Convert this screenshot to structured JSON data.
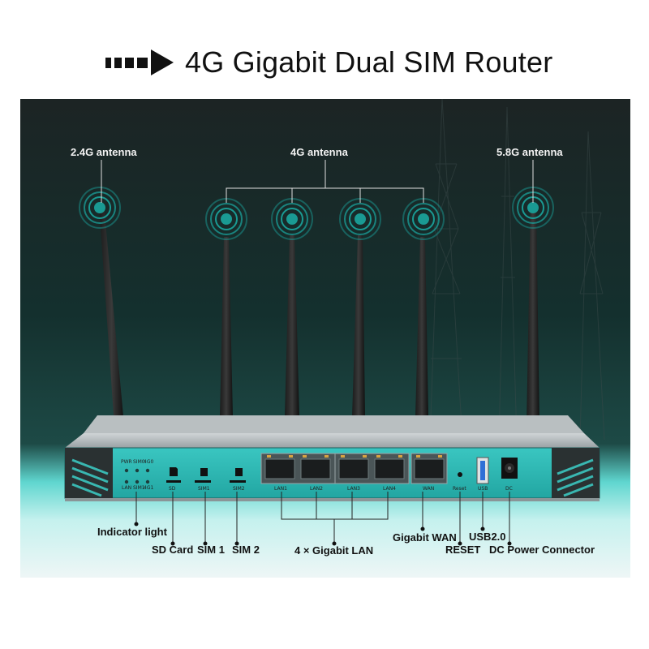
{
  "title": "4G Gigabit Dual SIM Router",
  "icons": {
    "title_arrow": "arrow-right-icon",
    "antenna_signal": "wifi-signal-icon",
    "sim": "sim-card-icon",
    "sd": "sd-card-icon"
  },
  "colors": {
    "background_dark": "#132a2a",
    "cyan_glow": "#5fd6cf",
    "panel": "#2fb9b5",
    "signal": "#1a9a93"
  },
  "antenna_labels": {
    "left": "2.4G antenna",
    "middle": "4G antenna",
    "right": "5.8G antenna"
  },
  "panel": {
    "indicators": [
      "PWR",
      "SIM0",
      "4G0",
      "LAN",
      "SIM1",
      "4G1"
    ],
    "sd": "SD",
    "sim1": "SIM1",
    "sim2": "SIM2",
    "lan_ports": [
      "LAN1",
      "LAN2",
      "LAN3",
      "LAN4"
    ],
    "wan": "WAN",
    "reset": "Reset",
    "usb": "USB",
    "dc": "DC"
  },
  "callouts": {
    "indicator_light": "Indicator light",
    "sd_card": "SD Card",
    "sim_1": "SIM 1",
    "sim_2": "SIM 2",
    "lan": "4 × Gigabit LAN",
    "wan": "Gigabit WAN",
    "reset": "RESET",
    "usb": "USB2.0",
    "dc": "DC Power Connector"
  }
}
